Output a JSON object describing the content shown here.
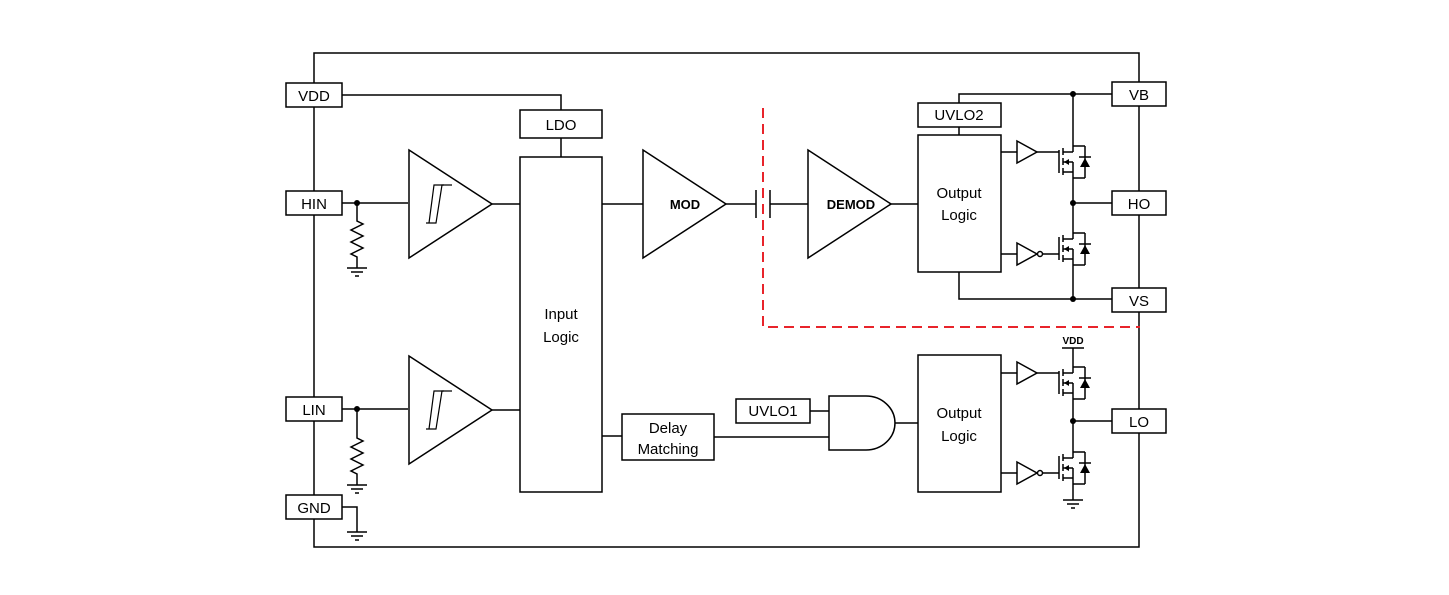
{
  "pins": {
    "vdd": "VDD",
    "hin": "HIN",
    "lin": "LIN",
    "gnd": "GND",
    "vb": "VB",
    "ho": "HO",
    "vs": "VS",
    "lo": "LO"
  },
  "blocks": {
    "ldo": "LDO",
    "input_logic": [
      "Input",
      "Logic"
    ],
    "mod": "MOD",
    "demod": "DEMOD",
    "uvlo2": "UVLO2",
    "output_logic_high": [
      "Output",
      "Logic"
    ],
    "output_logic_low": [
      "Output",
      "Logic"
    ],
    "delay_matching": [
      "Delay",
      "Matching"
    ],
    "uvlo1": "UVLO1"
  },
  "rails": {
    "vdd_small": "VDD"
  },
  "colors": {
    "isolation_barrier": "#e8242b",
    "line": "#000000"
  }
}
